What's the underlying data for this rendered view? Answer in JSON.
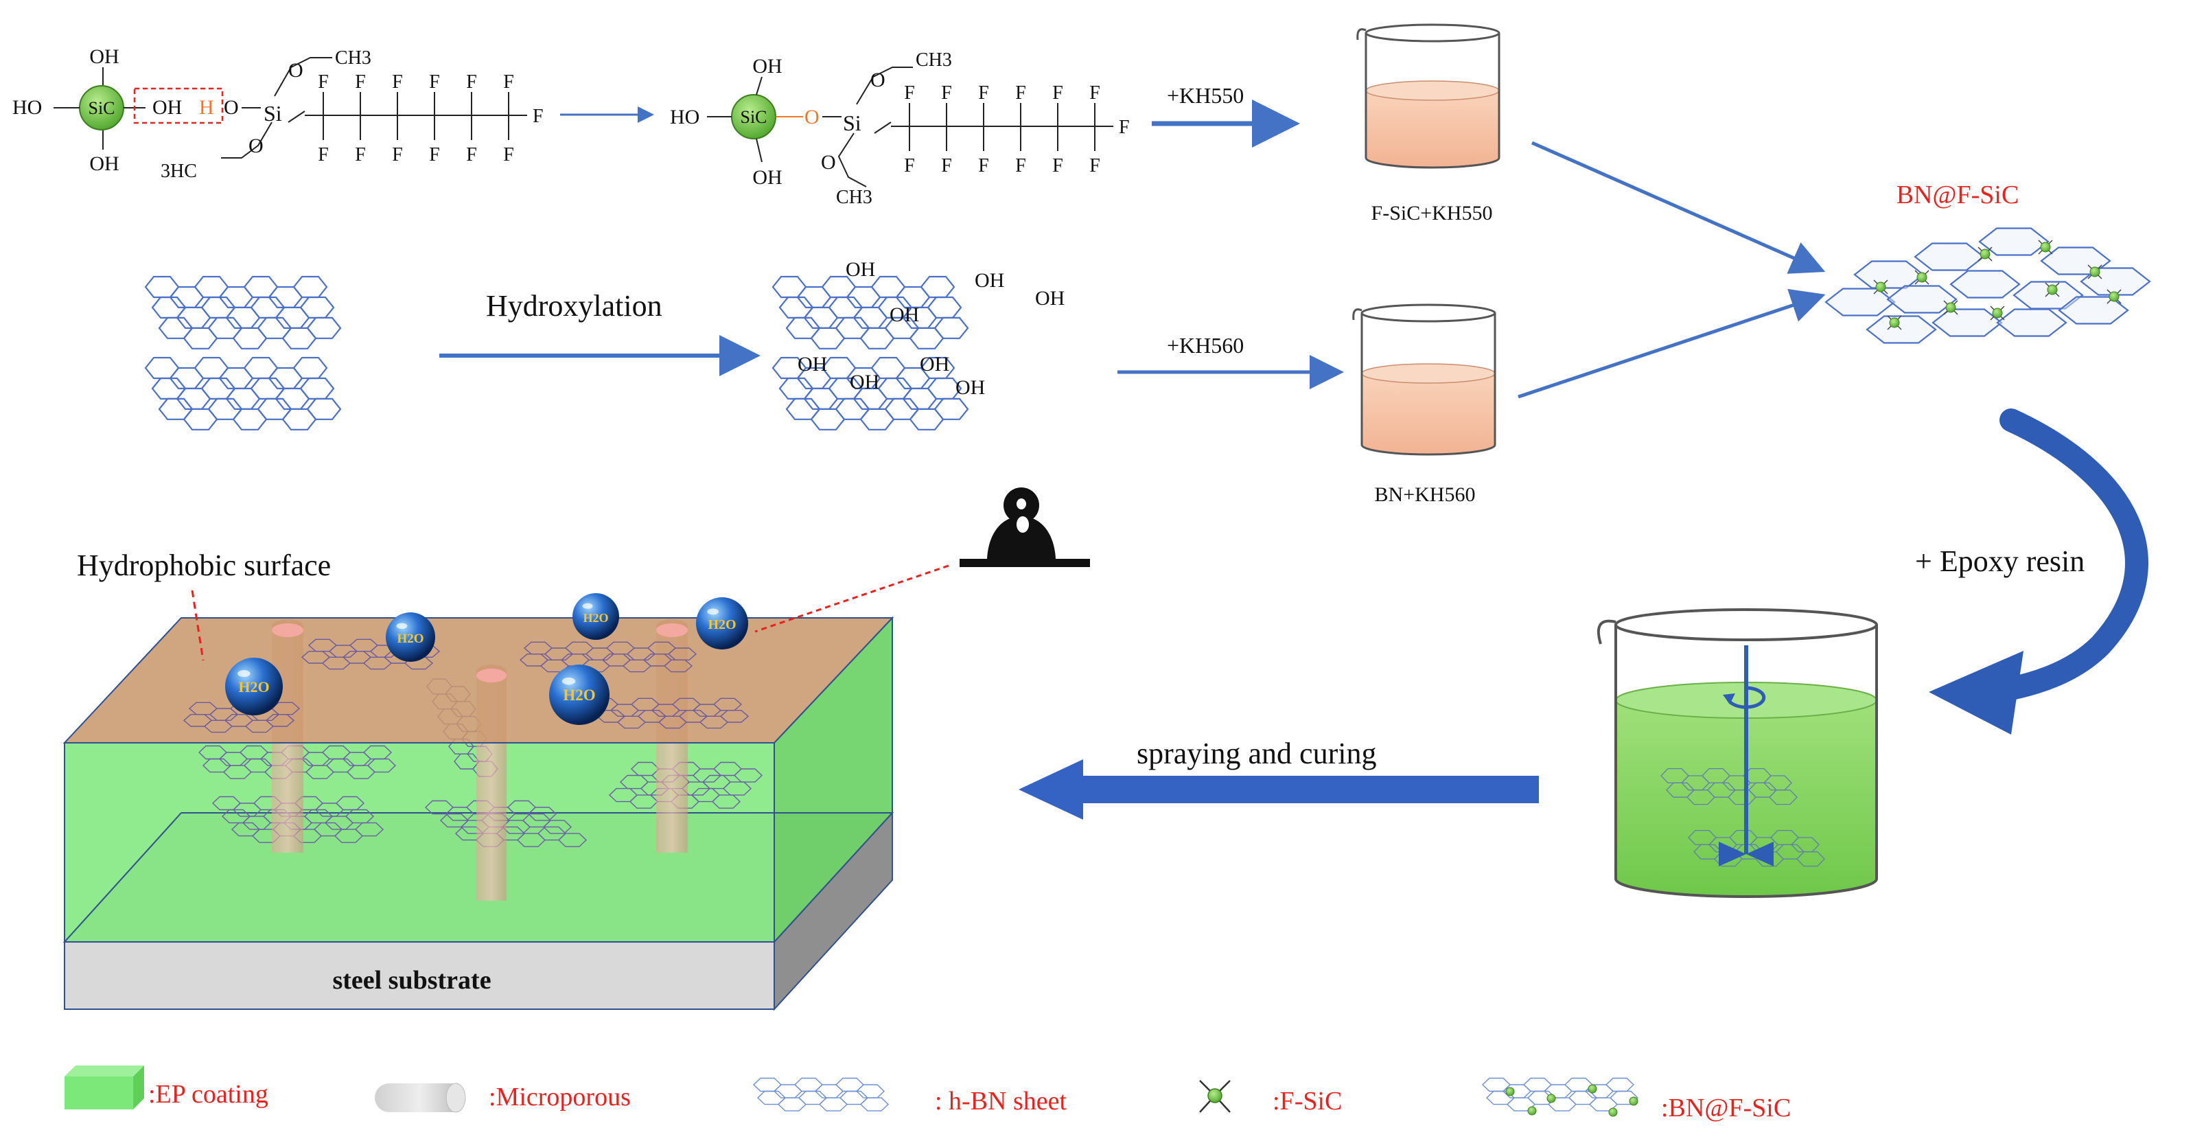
{
  "reaction": {
    "sic_label": "SiC",
    "ho": "HO",
    "oh": "OH",
    "h_highlight": "H",
    "o_link": "O",
    "si": "Si",
    "ch3": "CH3",
    "h3c": "3HC",
    "f": "F",
    "hydroxylation": "Hydroxylation",
    "kh550": "+KH550",
    "kh560": "+KH560"
  },
  "beakers": {
    "top_label": "F-SiC+KH550",
    "bottom_label": "BN+KH560"
  },
  "product_label": "BN@F-SiC",
  "epoxy_label": "+ Epoxy resin",
  "spraying_label": "spraying and curing",
  "coating": {
    "hydrophobic_label": "Hydrophobic surface",
    "substrate_label": "steel substrate",
    "droplet_label": "H2O"
  },
  "legend": [
    {
      "label": ":EP coating"
    },
    {
      "label": ":Microporous"
    },
    {
      "label": ": h-BN sheet"
    },
    {
      "label": ":F-SiC"
    },
    {
      "label": ":BN@F-SiC"
    }
  ],
  "colors": {
    "arrow_blue": "#4472c4",
    "bn_blue": "#4b70c8",
    "sic_green": "#6fc24a",
    "label_red": "#e8231f",
    "ep_green": "#7de87a",
    "top_surface": "#c8966a",
    "liquid_peach": "#f6c7a8",
    "steel_gray": "#d9d9d9"
  }
}
